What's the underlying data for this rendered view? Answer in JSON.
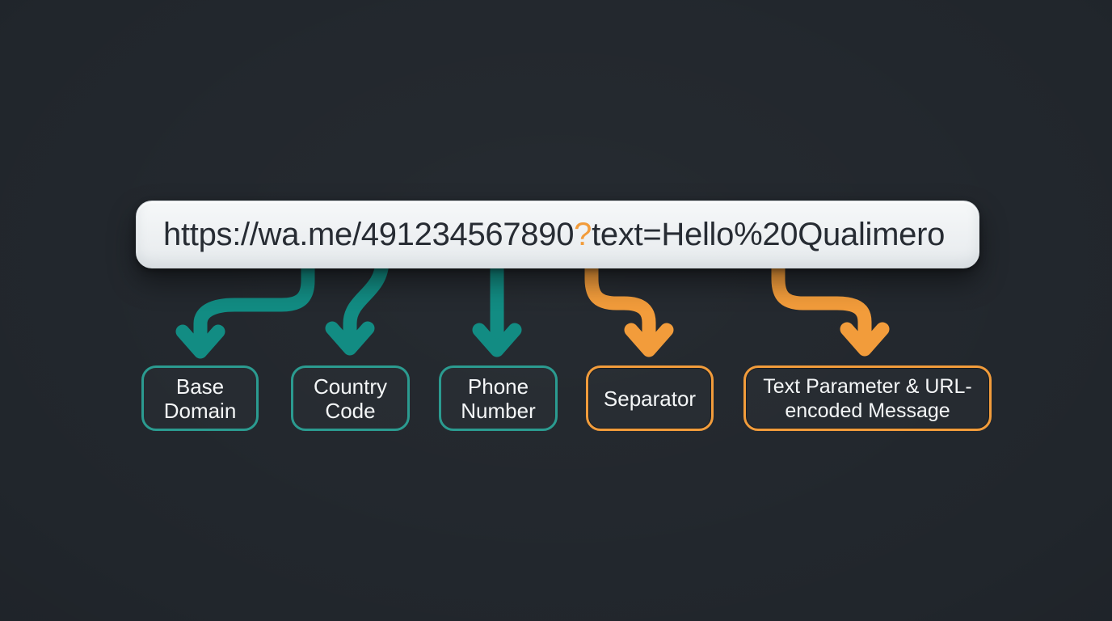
{
  "colors": {
    "bg": "#21262C",
    "teal": "#128C83",
    "tealBorder": "#2B9B90",
    "orange": "#F29C3B",
    "barBg": "#EFF2F4",
    "barText": "#272C33",
    "boxText": "#F4F6F7"
  },
  "url_bar": {
    "full_url": "https://wa.me/491234567890?text=Hello%20Qualimero",
    "text_before_separator": "https://wa.me/491234567890",
    "separator": "?",
    "text_after_separator": "text=Hello%20Qualimero"
  },
  "boxes": [
    {
      "label": "Base Domain",
      "accent": "teal"
    },
    {
      "label": "Country Code",
      "accent": "teal"
    },
    {
      "label": "Phone Number",
      "accent": "teal"
    },
    {
      "label": "Separator",
      "accent": "orange"
    },
    {
      "label": "Text Parameter & URL-encoded Message",
      "accent": "orange"
    }
  ],
  "arrows": [
    {
      "points_to": "Base Domain",
      "color": "teal"
    },
    {
      "points_to": "Country Code",
      "color": "teal"
    },
    {
      "points_to": "Phone Number",
      "color": "teal"
    },
    {
      "points_to": "Separator",
      "color": "orange"
    },
    {
      "points_to": "Text Parameter & URL-encoded Message",
      "color": "orange"
    }
  ]
}
